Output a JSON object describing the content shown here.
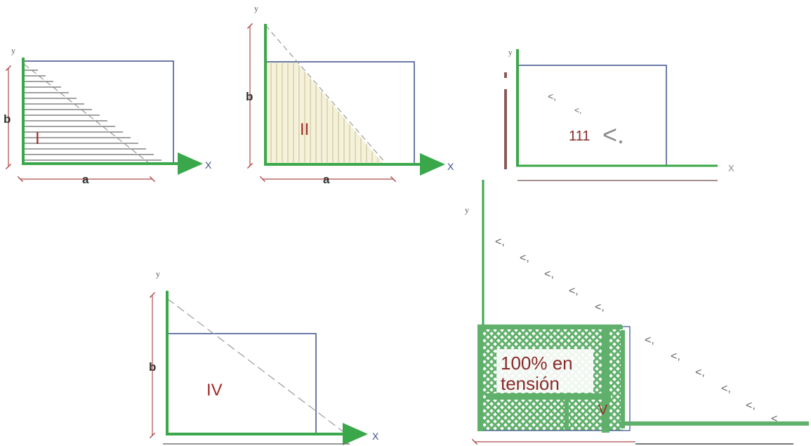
{
  "colors": {
    "axis_green": "#3aa84a",
    "dim_red": "#b24a4a",
    "rect_blue": "#3a4f8a",
    "dash_gray": "#999999",
    "label_red": "#a12a2a",
    "tension_fill": "#5fb06a",
    "hatch_yellow": "#f5f2dc"
  },
  "panel_1": {
    "y_label": "y",
    "x_label": "X",
    "height_label": "b",
    "width_label": "a",
    "region_label": "I"
  },
  "panel_2": {
    "y_label": "y",
    "x_label": "X",
    "height_label": "b",
    "width_label": "a",
    "region_label": "II"
  },
  "panel_3": {
    "y_label": "y",
    "x_label": "X",
    "region_label": "111",
    "marks": [
      "<,",
      "<,",
      "<."
    ]
  },
  "panel_4": {
    "y_label": "y",
    "x_label": "X",
    "height_label": "b",
    "region_label": "IV"
  },
  "panel_5": {
    "y_label": "y",
    "region_label": "V",
    "tension_line_1": "100% en",
    "tension_line_2": "tensión",
    "marks": [
      "<,",
      "<,",
      "<,",
      "<,",
      "<,",
      "<,",
      "<,",
      "<,",
      "<,",
      "<,",
      "<"
    ]
  }
}
